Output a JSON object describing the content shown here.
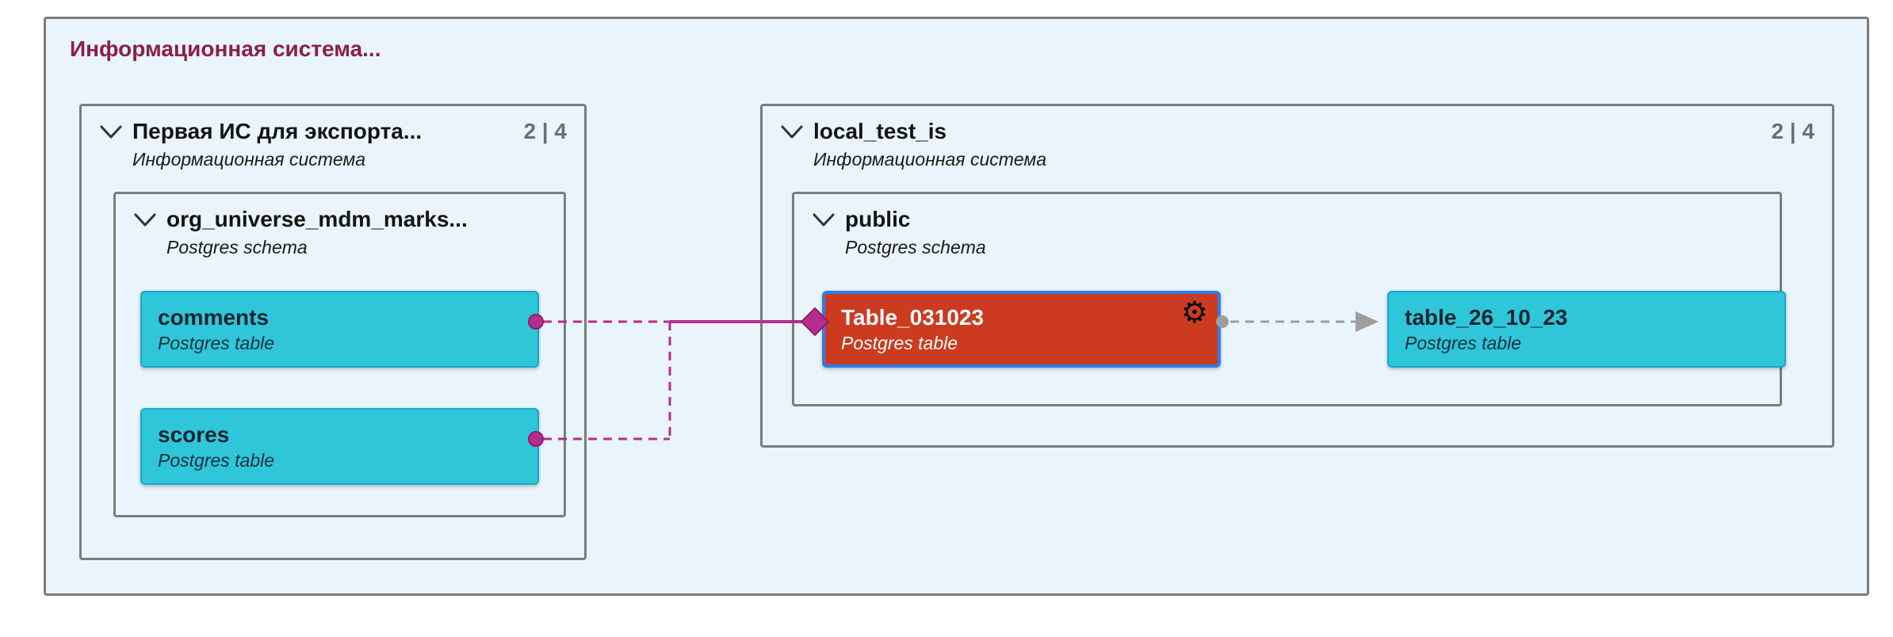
{
  "diagram": {
    "title": "Информационная система...",
    "colors": {
      "edge_magenta": "#b52e8c",
      "edge_gray": "#9e9e9e",
      "node_cyan_fill": "#30c6d9",
      "node_selected_fill": "#cc3a1f",
      "node_selected_border": "#2e7bf0",
      "root_title": "#8c2044"
    },
    "groups": [
      {
        "title": "Первая ИС для экспорта...",
        "counter": "2 | 4",
        "subtitle": "Информационная система",
        "schema": {
          "title": "org_universe_mdm_marks...",
          "subtitle": "Postgres schema",
          "tables": [
            {
              "name": "comments",
              "type": "Postgres table"
            },
            {
              "name": "scores",
              "type": "Postgres table"
            }
          ]
        }
      },
      {
        "title": "local_test_is",
        "counter": "2 | 4",
        "subtitle": "Информационная система",
        "schema": {
          "title": "public",
          "subtitle": "Postgres schema",
          "tables": [
            {
              "name": "Table_031023",
              "type": "Postgres table",
              "state": "selected"
            },
            {
              "name": "table_26_10_23",
              "type": "Postgres table"
            }
          ]
        }
      }
    ]
  }
}
